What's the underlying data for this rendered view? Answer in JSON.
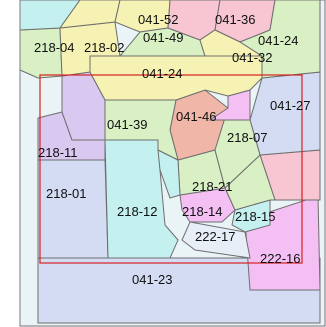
{
  "map": {
    "labels": {
      "p041_52": "041-52",
      "p041_36": "041-36",
      "p041_49": "041-49",
      "p041_24a": "041-24",
      "p041_32": "041-32",
      "p218_04": "218-04",
      "p218_02": "218-02",
      "p041_24b": "041-24",
      "p041_27": "041-27",
      "p041_39": "041-39",
      "p041_46": "041-46",
      "p218_07": "218-07",
      "p218_11": "218-11",
      "p218_01": "218-01",
      "p218_21": "218-21",
      "p218_12": "218-12",
      "p218_14": "218-14",
      "p218_15": "218-15",
      "p222_17": "222-17",
      "p222_16": "222-16",
      "p041_23": "041-23"
    },
    "colors": {
      "highlight_frame": "#d62020",
      "parcel_pink": "#f7c6d2",
      "parcel_yellow": "#f6f2b4",
      "parcel_green": "#d8f0c4",
      "parcel_lavender": "#d9c8f0",
      "parcel_peach": "#f0b6a8",
      "parcel_cyan": "#c4f0f0",
      "parcel_blue": "#d4dcf4",
      "parcel_magenta": "#f4c0f4"
    }
  }
}
